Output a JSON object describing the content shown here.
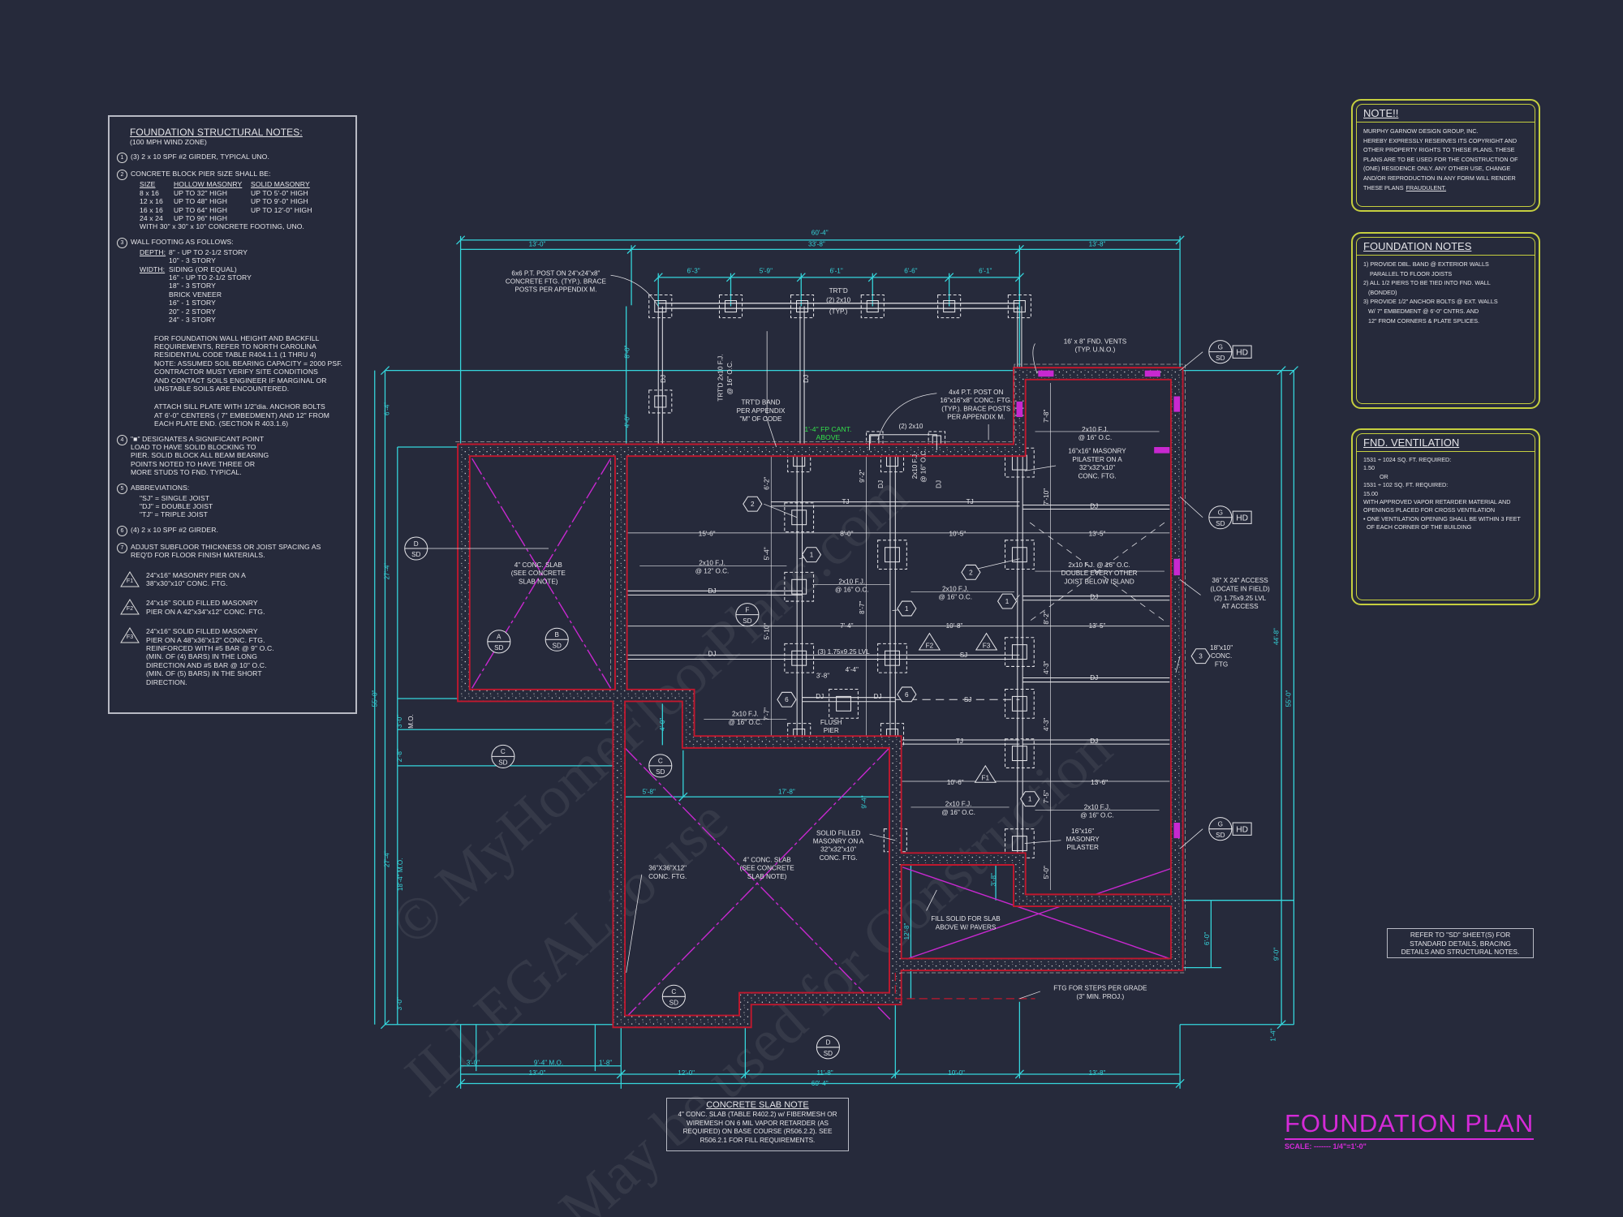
{
  "colors": {
    "background": "#262a3b",
    "dimension": "#35d6dc",
    "wall": "#c0182e",
    "slab_x": "#c828d0",
    "text": "#e4e4e8",
    "note_box": "#c6cf3f",
    "title": "#d52ad8",
    "cantilever_note": "#33e04a"
  },
  "watermark": [
    "© MyHomeFloorPlans.com",
    "ILLEGAL to use",
    "May be used for Construction"
  ],
  "structural_notes": {
    "title": "FOUNDATION STRUCTURAL NOTES:",
    "subtitle": "(100 MPH WIND ZONE)",
    "n1": "(3) 2 x 10 SPF #2 GIRDER, TYPICAL UNO.",
    "n2": "CONCRETE BLOCK PIER SIZE SHALL BE:",
    "pier_table": {
      "headers": [
        "SIZE",
        "HOLLOW MASONRY",
        "SOLID MASONRY"
      ],
      "rows": [
        [
          "8 x 16",
          "UP TO 32\" HIGH",
          "UP TO 5'-0\" HIGH"
        ],
        [
          "12 x 16",
          "UP TO 48\" HIGH",
          "UP TO 9'-0\" HIGH"
        ],
        [
          "16 x 16",
          "UP TO 64\" HIGH",
          "UP TO 12'-0\" HIGH"
        ],
        [
          "24 x 24",
          "UP TO 96\" HIGH",
          ""
        ]
      ]
    },
    "n2_after": "WITH 30\" x 30\" x 10\" CONCRETE FOOTING, UNO.",
    "n3": "WALL FOOTING AS FOLLOWS:",
    "depth_label": "DEPTH:",
    "depth": [
      "8\" - UP TO 2-1/2 STORY",
      "10\" - 3 STORY"
    ],
    "width_label": "WIDTH:",
    "width": [
      "SIDING (OR EQUAL)",
      "16\" - UP TO 2-1/2 STORY",
      "18\" - 3 STORY",
      "BRICK VENEER",
      "16\" - 1 STORY",
      "20\" - 2 STORY",
      "24\" - 3 STORY"
    ],
    "p1": [
      "FOR FOUNDATION WALL HEIGHT AND BACKFILL",
      "REQUIREMENTS, REFER TO NORTH CAROLINA",
      "RESIDENTIAL CODE TABLE R404.1.1 (1 THRU 4)",
      "NOTE: ASSUMED SOIL BEARING CAPACITY = 2000 PSF.",
      "CONTRACTOR MUST VERIFY SITE CONDITIONS",
      "AND CONTACT SOILS ENGINEER IF MARGINAL OR",
      "UNSTABLE SOILS ARE ENCOUNTERED."
    ],
    "p2": [
      "ATTACH SILL PLATE WITH 1/2\"dia. ANCHOR BOLTS",
      "AT 6'-0\" CENTERS ( 7\" EMBEDMENT) AND 12\" FROM",
      "EACH PLATE END. (SECTION R 403.1.6)"
    ],
    "n4": [
      "\"■\" DESIGNATES A SIGNIFICANT POINT",
      "LOAD TO HAVE SOLID BLOCKING TO",
      "PIER. SOLID BLOCK ALL BEAM BEARING",
      "POINTS NOTED TO HAVE THREE OR",
      "MORE STUDS TO FND. TYPICAL."
    ],
    "n5_title": "ABBREVIATIONS:",
    "n5": [
      "\"SJ\" = SINGLE JOIST",
      "\"DJ\" = DOUBLE JOIST",
      "\"TJ\" = TRIPLE JOIST"
    ],
    "n6": "(4) 2 x 10 SPF #2 GIRDER.",
    "n7": [
      "ADJUST SUBFLOOR THICKNESS OR JOIST SPACING AS",
      "REQ'D FOR FLOOR FINISH MATERIALS."
    ],
    "footings": [
      {
        "tag": "F1",
        "lines": [
          "24\"x16\" MASONRY PIER ON A",
          "38\"x30\"x10\" CONC. FTG."
        ]
      },
      {
        "tag": "F2",
        "lines": [
          "24\"x16\" SOLID FILLED MASONRY",
          "PIER ON A 42\"x34\"x12\" CONC. FTG."
        ]
      },
      {
        "tag": "F3",
        "lines": [
          "24\"x16\" SOLID FILLED MASONRY",
          "PIER ON A 48\"x36\"x12\" CONC. FTG.",
          "REINFORCED WITH #5 BAR @ 9\" O.C.",
          "(MIN. OF (4) BARS) IN THE LONG",
          "DIRECTION AND #5 BAR @ 10\" O.C.",
          "(MIN. OF (5) BARS) IN THE SHORT",
          "DIRECTION."
        ]
      }
    ]
  },
  "note_box": {
    "title": "NOTE!!",
    "lines": [
      "MURPHY GARNOW DESIGN GROUP, INC.",
      "HEREBY EXPRESSLY RESERVES ITS COPYRIGHT AND",
      "OTHER PROPERTY RIGHTS TO THESE PLANS. THESE",
      "PLANS ARE TO BE USED FOR THE CONSTRUCTION OF",
      "(ONE) RESIDENCE ONLY. ANY OTHER USE, CHANGE",
      "AND/OR REPRODUCTION IN ANY FORM WILL RENDER",
      "THESE PLANS"
    ],
    "emphasis": "FRAUDULENT."
  },
  "foundation_notes": {
    "title": "FOUNDATION NOTES",
    "lines": [
      "1) PROVIDE DBL. BAND @ EXTERIOR WALLS",
      "    PARALLEL TO FLOOR JOISTS",
      "2) ALL 1/2 PIERS TO BE TIED INTO FND. WALL",
      "   (BONDED)",
      "3) PROVIDE 1/2\" ANCHOR BOLTS @ EXT. WALLS",
      "   W/ 7\" EMBEDMENT @ 6'-0\" CNTRS. AND",
      "   12\" FROM CORNERS & PLATE SPLICES."
    ]
  },
  "ventilation": {
    "title": "FND. VENTILATION",
    "lines": [
      "1531 ÷ 1024 SQ. FT. REQUIRED:",
      "1.50",
      "          OR",
      "1531 ÷ 102 SQ. FT. REQUIRED:",
      "15.00",
      "WITH APPROVED VAPOR RETARDER MATERIAL AND",
      "OPENINGS PLACED FOR CROSS VENTILATION",
      "",
      "• ONE VENTILATION OPENING SHALL BE WITHIN 3 FEET",
      "  OF EACH CORNER OF THE BUILDING"
    ]
  },
  "refer_note": [
    "REFER TO \"SD\" SHEET(S) FOR",
    "STANDARD DETAILS, BRACING",
    "DETAILS AND STRUCTURAL NOTES."
  ],
  "slab_note": {
    "title": "CONCRETE SLAB NOTE",
    "lines": [
      "4\" CONC. SLAB (TABLE R402.2) w/ FIBERMESH OR",
      "WIREMESH ON 6 MIL VAPOR RETARDER (AS",
      "REQUIRED) ON BASE COURSE (R506.2.2). SEE",
      "R506.2.1 FOR FILL REQUIREMENTS."
    ]
  },
  "drawing_title": {
    "title": "FOUNDATION PLAN",
    "scale_label": "SCALE:",
    "scale": "1/4\"=1'-0\""
  },
  "plan": {
    "green_note": [
      "1'-4\" FP CANT.",
      "ABOVE"
    ],
    "labels": [
      "6x6 P.T. POST ON 24\"x24\"x8\"",
      "CONCRETE FTG. (TYP.). BRACE",
      "POSTS PER APPENDIX M.",
      "TRT'D",
      "(2) 2x10",
      "(TYP.)",
      "TRT'D 2x10 F.J.",
      "@ 16\" O.C.",
      "TRT'D BAND",
      "PER APPENDIX",
      "\"M\" OF CODE",
      "4x4 P.T. POST ON",
      "16\"x16\"x8\" CONC. FTG.",
      "(TYP.). BRACE POSTS",
      "PER APPENDIX M.",
      "(2) 2x10",
      "16' x 8\" FND. VENTS",
      "(TYP. U.N.O.)",
      "2x10 F.J.",
      "@ 16\" O.C.",
      "16\"x16\" MASONRY",
      "PILASTER ON A",
      "32\"x32\"x10\"",
      "CONC. FTG.",
      "2x10 F.J. @ 16\" O.C.",
      "DOUBLE EVERY OTHER",
      "JOIST BELOW ISLAND",
      "36\" X 24\" ACCESS",
      "(LOCATE IN FIELD)",
      "(2) 1.75x9.25 LVL",
      "AT ACCESS",
      "18\"x10\"",
      "CONC.",
      "FTG",
      "4\" CONC. SLAB",
      "(SEE CONCRETE",
      "SLAB NOTE)",
      "15'-6\"",
      "8'-0\"",
      "10'-5\"",
      "13'-5\"",
      "2x10 F.J.",
      "@ 12\" O.C.",
      "2x10 F.J.",
      "@ 16\" O.C.",
      "2x10 F.J.",
      "@ 16\" O.C.",
      "DJ",
      "DJ",
      "DJ",
      "DJ",
      "DJ",
      "DJ",
      "TJ",
      "TJ",
      "TJ",
      "7'-4\"",
      "10'-8\"",
      "13'-5\"",
      "(3) 1.75x9.25 LVL",
      "SJ",
      "SJ",
      "3'-8\"",
      "4'-4\"",
      "FLUSH",
      "PIER",
      "2x10 F.J.",
      "@ 16\" O.C.",
      "DJ",
      "DJ",
      "10'-6\"",
      "13'-6\"",
      "2x10 F.J.",
      "@ 16\" O.C.",
      "2x10 F.J.",
      "@ 16\" O.C.",
      "16\"x16\"",
      "MASONRY",
      "PILASTER",
      "SOLID FILLED",
      "MASONRY ON A",
      "32\"x32\"x10\"",
      "CONC. FTG.",
      "4\" CONC. SLAB",
      "(SEE CONCRETE",
      "SLAB NOTE)",
      "36\"X36\"X12\"",
      "CONC. FTG.",
      "FILL SOLID FOR SLAB",
      "ABOVE W/ PAVERS",
      "FTG FOR STEPS PER GRADE",
      "(3\" MIN. PROJ.)",
      "DJ",
      "DJ",
      "DJ",
      "DJ",
      "2x10 F.J.",
      "@ 16\" O.C.",
      "6'-2\"",
      "5'-4\"",
      "5'-10\"",
      "7'-7\"",
      "9'-2\"",
      "8'-7\"",
      "7'-8\"",
      "7'-10\"",
      "8'-2\"",
      "4'-3\"",
      "4'-3\"",
      "7'-5\"",
      "5'-0\"",
      "M.O."
    ],
    "dims": [
      "60'-4\"",
      "13'-0\"",
      "33'-8\"",
      "13'-8\"",
      "6'-3\"",
      "5'-9\"",
      "6'-1\"",
      "6'-6\"",
      "6'-1\"",
      "6'-4\"",
      "27'-4\"",
      "55'-0\"",
      "27'-4\"",
      "3'-0\"",
      "2'-8\"",
      "3'-0\"",
      "8'-0\"",
      "4'-0\"",
      "44'-8\"",
      "55'-0\"",
      "9'-0\"",
      "6'-0\"",
      "1'-4\"",
      "3'-0\"",
      "9'-4\" M.O.",
      "1'-8\"",
      "13'-0\"",
      "12'-0\"",
      "11'-8\"",
      "10'-0\"",
      "13'-8\"",
      "60'-4\"",
      "5'-8\"",
      "17'-8\"",
      "3'-8\"",
      "12'-8\"",
      "4'-0\"",
      "9'-4\"",
      "18'-4\" M.O."
    ],
    "section_callouts": [
      {
        "top": "D",
        "bottom": "SD"
      },
      {
        "top": "A",
        "bottom": "SD"
      },
      {
        "top": "B",
        "bottom": "SD"
      },
      {
        "top": "C",
        "bottom": "SD"
      },
      {
        "top": "C",
        "bottom": "SD"
      },
      {
        "top": "F",
        "bottom": "SD"
      },
      {
        "top": "C",
        "bottom": "SD"
      },
      {
        "top": "D",
        "bottom": "SD"
      },
      {
        "top": "G",
        "bottom": "SD"
      },
      {
        "top": "G",
        "bottom": "SD"
      },
      {
        "top": "G",
        "bottom": "SD"
      }
    ],
    "hd_tag": "HD",
    "hex_tags": [
      "2",
      "1",
      "2",
      "1",
      "1",
      "6",
      "6",
      "1",
      "3"
    ],
    "footing_tags": [
      "F2",
      "F3",
      "F1"
    ]
  }
}
